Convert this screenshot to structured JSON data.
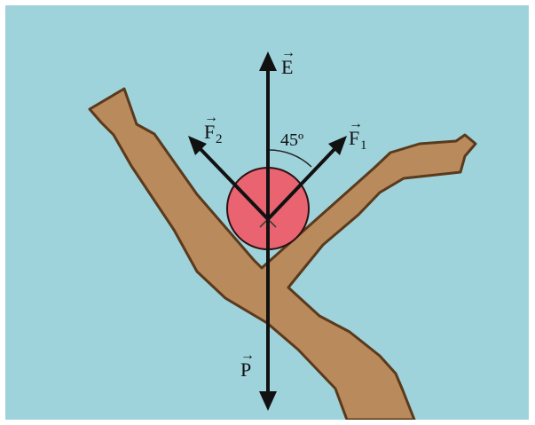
{
  "colors": {
    "background": "#9fd3dc",
    "branch": "#b98a5b",
    "branch_outline": "#5a3a1c",
    "ball": "#e96470",
    "ball_outline": "#2b1012",
    "arrow": "#111111"
  },
  "labels": {
    "E": {
      "base": "E"
    },
    "F1": {
      "base": "F",
      "sub": "1"
    },
    "F2": {
      "base": "F",
      "sub": "2"
    },
    "P": {
      "base": "P"
    },
    "angle": "45º"
  },
  "vector_mark": "→"
}
